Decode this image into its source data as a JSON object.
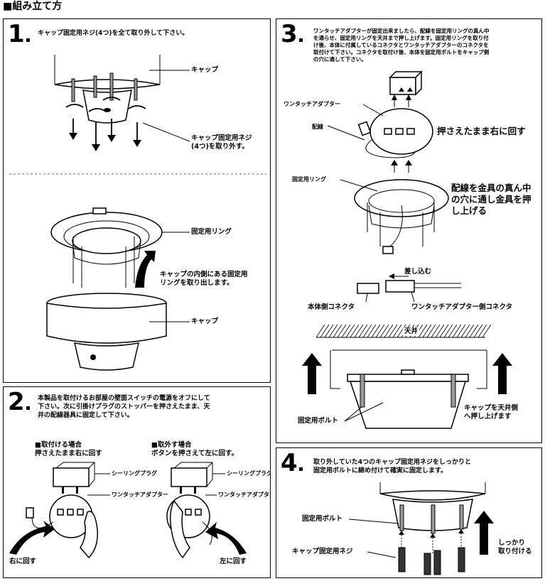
{
  "header": {
    "title": "■組み立て方"
  },
  "step1": {
    "number": "1",
    "instruction": "キャップ固定用ネジ(4つ)を全て取り外して下さい。",
    "label_cap": "キャップ",
    "label_screws": "キャップ固定用ネジ\n(4つ)を取り外す。",
    "label_ring": "固定用リング",
    "label_remove_ring": "キャップの内側にある固定用\nリングを取り出します。",
    "label_cap2": "キャップ"
  },
  "step2": {
    "number": "2",
    "instruction": "本製品を取付けるお部屋の壁面スイッチの電源をオフにして\n下さい。次に引掛けプラグのストッパーを押さえたまま、天\n井の配線器具に固定して下さい。",
    "attach_title": "■取付ける場合\n押さえたまま右に回す",
    "remove_title": "■取外す場合\nボタンを押さえて左に回す。",
    "ceiling_plug": "シーリングプラグ",
    "adapter": "ワンタッチアダプター",
    "ceiling_plug2": "シーリングプラグ",
    "adapter2": "ワンタッチアダプター",
    "turn_right": "右に回す",
    "turn_left": "左に回す"
  },
  "step3": {
    "number": "3",
    "instruction": "ワンタッチアダプターが固定出来ましたら、配線を固定用リングの真ん中\nを通らせ、固定用リングを天井まで押し上げます。固定用リングを取り付\nけ後、本体に付属しているコネクタとワンタッチアダプターのコネクタを\n取付けて下さい。コネクタを取付け後、本体を固定用ボルトをキャップ側\nの穴に通して下さい。",
    "adapter": "ワンタッチアダプター",
    "wiring": "配線",
    "press_turn": "押さえたまま右に回す",
    "ring": "固定用リング",
    "pass_wire": "配線を金具の真ん中\nの穴に通し金具を押\nし上げる",
    "insert": "差し込む",
    "body_connector": "本体側コネクタ",
    "adapter_connector": "ワンタッチアダプター側コネクタ",
    "ceiling": "天井",
    "bolt": "固定用ボルト",
    "push_cap": "キャップを天井側\nへ押し上げます"
  },
  "step4": {
    "number": "4",
    "instruction": "取り外していた4つのキャップ固定用ネジをしっかりと\n固定用ボルトに締め付けて確実に固定します。",
    "bolt": "固定用ボルト",
    "screw": "キャップ固定用ネジ",
    "tighten": "しっかり\n取り付ける"
  }
}
